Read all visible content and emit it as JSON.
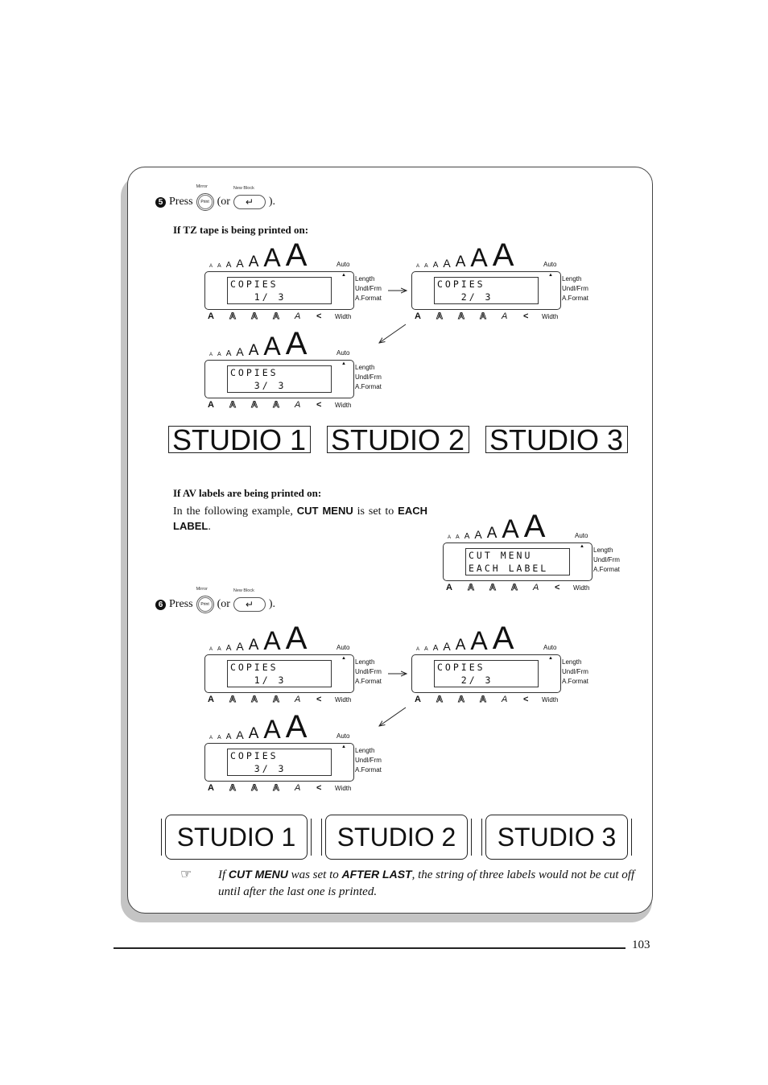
{
  "step5": {
    "num": "5",
    "press": "Press",
    "or_open": "(or",
    "close": ").",
    "print_key_label": "Mirror",
    "print_key_text": "Print",
    "enter_key_label": "New Block",
    "enter_icon": "enter-arrow-icon"
  },
  "heading_tz": "If TZ tape is being printed on:",
  "heading_av": "If AV labels are being printed on:",
  "av_text_1": "In the following example, ",
  "av_text_cut": "CUT MENU",
  "av_text_2": " is set to ",
  "av_text_each": "EACH LABEL",
  "av_text_3": ".",
  "step6": {
    "num": "6",
    "press": "Press",
    "or_open": "(or",
    "close": ").",
    "print_key_label": "Mirror",
    "print_key_text": "Print",
    "enter_key_label": "New Block"
  },
  "lcd": {
    "size_glyph": "A",
    "auto": "Auto",
    "length": "Length",
    "undl": "Undl/Frm",
    "aformat": "A.Format",
    "width": "Width",
    "bottom_glyphs": [
      "A",
      "A",
      "A",
      "A",
      "A",
      "<"
    ]
  },
  "screens": {
    "copies1": {
      "line1": "COPIES",
      "line2": "   1/ 3"
    },
    "copies2": {
      "line1": "COPIES",
      "line2": "   2/ 3"
    },
    "copies3": {
      "line1": "COPIES",
      "line2": "   3/ 3"
    },
    "cutmenu": {
      "line1": "CUT MENU",
      "line2": "EACH LABEL"
    }
  },
  "studio": [
    "STUDIO 1",
    "STUDIO 2",
    "STUDIO 3"
  ],
  "note": {
    "icon": "pointing-hand-icon",
    "t1": "If ",
    "cut": "CUT MENU",
    "t2": " was set to ",
    "after": "AFTER LAST",
    "t3": ", the string of three labels would not be cut off until after the last one is printed."
  },
  "page_number": "103"
}
